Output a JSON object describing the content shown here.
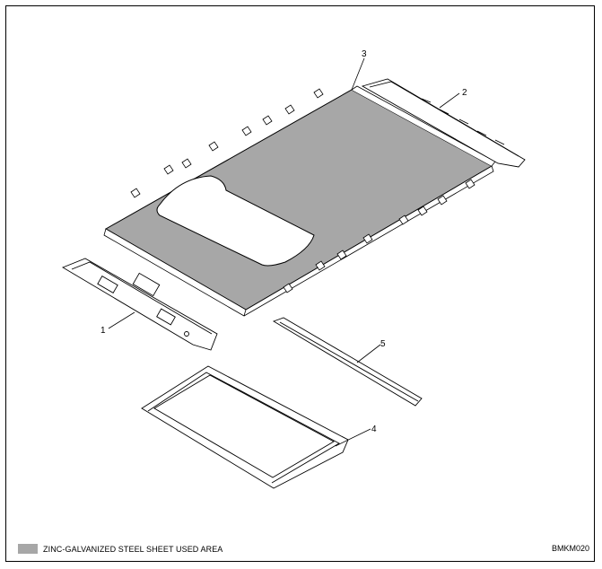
{
  "colors": {
    "zinc_area": "#a7a7a7",
    "line": "#000000",
    "paper": "#ffffff"
  },
  "callouts": [
    "1",
    "2",
    "3",
    "4",
    "5"
  ],
  "parts": [
    {
      "number": "1",
      "icon": "front-roof-header-panel"
    },
    {
      "number": "2",
      "icon": "rear-roof-header-panel"
    },
    {
      "number": "3",
      "icon": "roof-panel-with-sunroof-opening"
    },
    {
      "number": "4",
      "icon": "sunroof-reinforcement-frame"
    },
    {
      "number": "5",
      "icon": "roof-bow-reinforcement"
    }
  ],
  "legend": {
    "text": "ZINC-GALVANIZED STEEL SHEET USED AREA"
  },
  "figure_code": "BMKM020"
}
